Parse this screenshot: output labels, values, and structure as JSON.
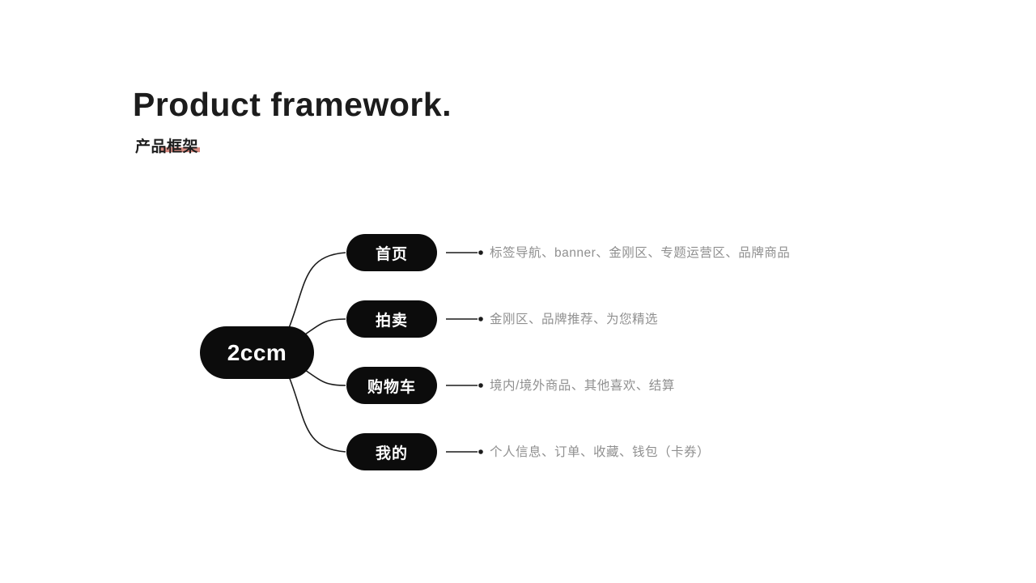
{
  "page": {
    "title": "Product framework.",
    "subtitle": "产品框架"
  },
  "colors": {
    "background": "#ffffff",
    "title_text": "#1c1c1c",
    "subtitle_underline": "#d98c82",
    "node_background": "#0c0c0c",
    "node_text": "#ffffff",
    "connector_line": "#1c1c1c",
    "description_text": "#909090"
  },
  "diagram": {
    "root": {
      "label": "2ccm"
    },
    "branches": [
      {
        "label": "首页",
        "description": "标签导航、banner、金刚区、专题运营区、品牌商品"
      },
      {
        "label": "拍卖",
        "description": "金刚区、品牌推荐、为您精选"
      },
      {
        "label": "购物车",
        "description": "境内/境外商品、其他喜欢、结算"
      },
      {
        "label": "我的",
        "description": "个人信息、订单、收藏、钱包（卡券）"
      }
    ]
  }
}
